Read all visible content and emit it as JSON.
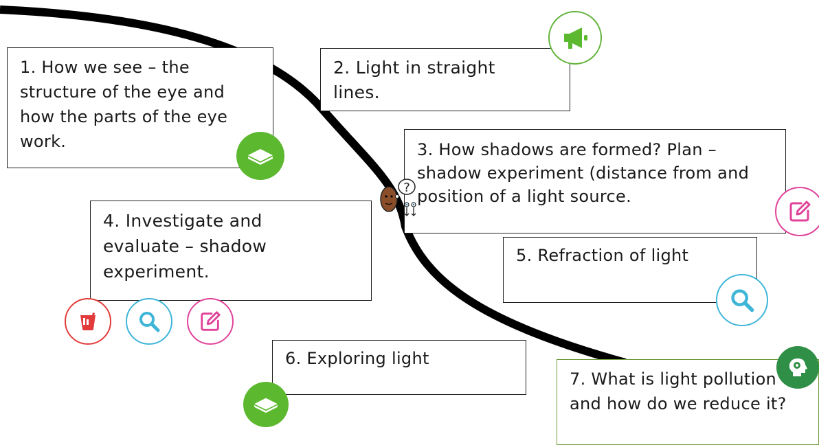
{
  "steps": [
    {
      "text": "1. How we see – the structure of the eye and how the parts of the eye work."
    },
    {
      "text": "2. Light in straight lines."
    },
    {
      "text": "3. How shadows are formed? Plan – shadow experiment (distance from and position of a light source."
    },
    {
      "text": "4. Investigate and evaluate – shadow experiment."
    },
    {
      "text": "5. Refraction of light"
    },
    {
      "text": "6. Exploring light"
    },
    {
      "text": "7. What is light pollution and how do we reduce it?"
    }
  ],
  "icons": {
    "book": "book-icon",
    "megaphone": "megaphone-icon",
    "edit": "edit-note-icon",
    "magnifier": "magnifier-icon",
    "beaker": "beaker-icon",
    "head_gear": "head-gear-icon",
    "thinker": "thinking-person-icon"
  },
  "thinker_mark": "?",
  "colors": {
    "path": "#000000",
    "green": "#5cb82e",
    "pink": "#e0429a",
    "blue": "#3fb5d8",
    "red": "#e23b3b",
    "dark_green": "#2f8f46"
  }
}
